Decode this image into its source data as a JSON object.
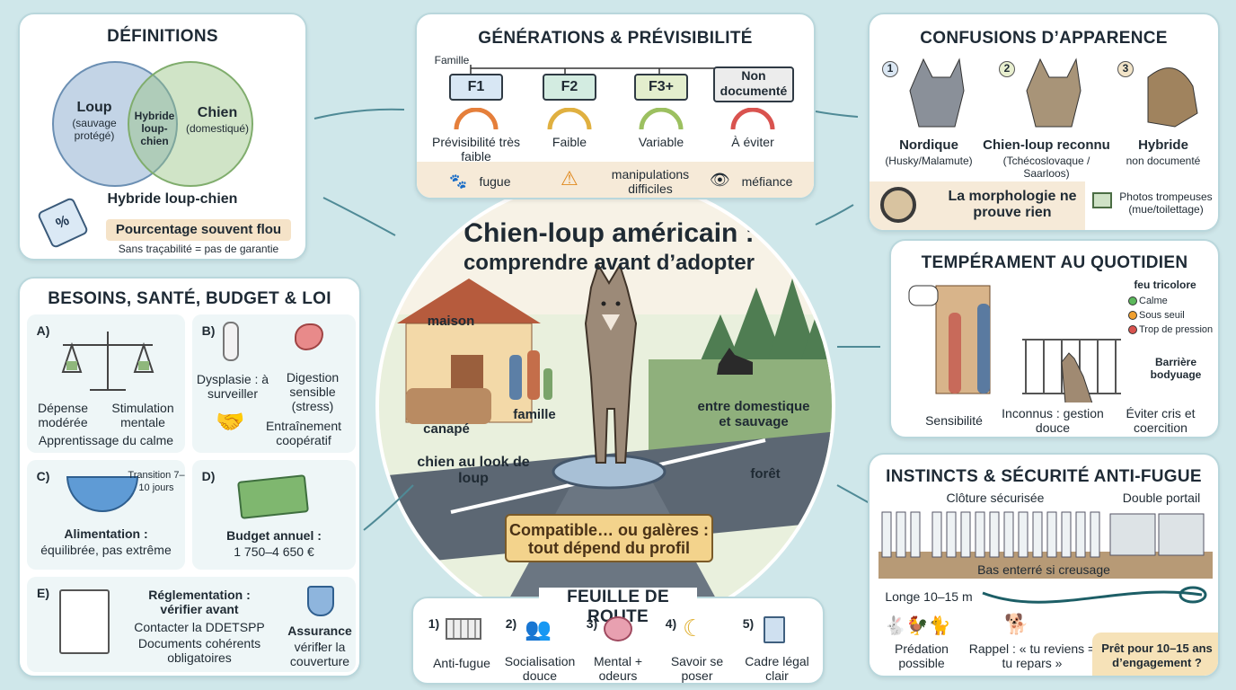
{
  "definitions": {
    "title": "DÉFINITIONS",
    "loup": "Loup",
    "loup_sub": "(sauvage protégé)",
    "hybride": "Hybride loup-chien",
    "chien": "Chien",
    "chien_sub": "(domestiqué)",
    "caption": "Hybride loup-chien",
    "highlight": "Pourcentage souvent flou",
    "note": "Sans traçabilité = pas de garantie",
    "tag_text": "%"
  },
  "generations": {
    "title": "GÉNÉRATIONS & PRÉVISIBILITÉ",
    "famille": "Famille",
    "boxes": [
      "F1",
      "F2",
      "F3+",
      "Non documenté"
    ],
    "levels": [
      "Prévisibilité très faible",
      "Faible",
      "Variable",
      "À éviter"
    ],
    "risks": [
      "fugue",
      "manipulations difficiles",
      "méfiance"
    ]
  },
  "confusions": {
    "title": "CONFUSIONS D’APPARENCE",
    "items": [
      {
        "num": "1",
        "name": "Nordique",
        "sub": "(Husky/Malamute)"
      },
      {
        "num": "2",
        "name": "Chien-loup reconnu",
        "sub": "(Tchécoslovaque / Saarloos)"
      },
      {
        "num": "3",
        "name": "Hybride",
        "sub": "non documenté"
      }
    ],
    "morph": "La morphologie ne prouve rien",
    "photos": "Photos trompeuses (mue/toilettage)"
  },
  "center": {
    "title1": "Chien-loup américain :",
    "title2": "comprendre avant d’adopter",
    "maison": "maison",
    "canape": "canapé",
    "famille": "famille",
    "look": "chien au look de loup",
    "entre": "entre domestique et sauvage",
    "foret": "forêt",
    "banner": "Compatible… ou galères : tout dépend du profil"
  },
  "besoins": {
    "title": "BESOINS, SANTÉ, BUDGET & LOI",
    "a_label": "A)",
    "a_left": "Dépense modérée",
    "a_right": "Stimulation mentale",
    "a_bottom": "Apprentissage du calme",
    "b_label": "B)",
    "b_dysplasie": "Dysplasie : à surveiller",
    "b_digestion": "Digestion sensible (stress)",
    "b_train": "Entraînement coopératif",
    "c_label": "C)",
    "c_transition": "Transition 7–10 jours",
    "c_alim": "Alimentation :",
    "c_alim2": "équilibrée, pas extrême",
    "d_label": "D)",
    "d_budget": "Budget annuel :",
    "d_amount": "1 750–4 650 €",
    "e_label": "E)",
    "e_regl": "Réglementation : vérifier avant",
    "e_ddetspp": "Contacter la DDETSPP",
    "e_docs": "Documents cohérents obligatoires",
    "e_assurance": "Assurance :",
    "e_assurance2": "vérifier la couverture"
  },
  "temperament": {
    "title": "TEMPÉRAMENT AU QUOTIDIEN",
    "feu": "feu tricolore",
    "calme": "Calme",
    "seuil": "Sous seuil",
    "pression": "Trop de pression",
    "barriere": "Barrière bodyuage",
    "sensibilite": "Sensibilité",
    "inconnus": "Inconnus : gestion douce",
    "eviter": "Éviter cris et coercition",
    "colors": {
      "calme": "#5cb85c",
      "seuil": "#f0a030",
      "pression": "#d9534f"
    }
  },
  "instincts": {
    "title": "INSTINCTS & SÉCURITÉ ANTI-FUGUE",
    "cloture": "Clôture sécurisée",
    "portail": "Double portail",
    "enterre": "Bas enterré si creusage",
    "longe": "Longe 10–15 m",
    "predation": "Prédation possible",
    "rappel": "Rappel : « tu reviens = tu repars »",
    "pret": "Prêt pour 10–15 ans d’engagement ?"
  },
  "roadmap": {
    "title": "FEUILLE DE ROUTE",
    "steps": [
      {
        "num": "1)",
        "label": "Anti-fugue"
      },
      {
        "num": "2)",
        "label": "Socialisation douce"
      },
      {
        "num": "3)",
        "label": "Mental + odeurs"
      },
      {
        "num": "4)",
        "label": "Savoir se poser"
      },
      {
        "num": "5)",
        "label": "Cadre légal clair"
      }
    ]
  }
}
